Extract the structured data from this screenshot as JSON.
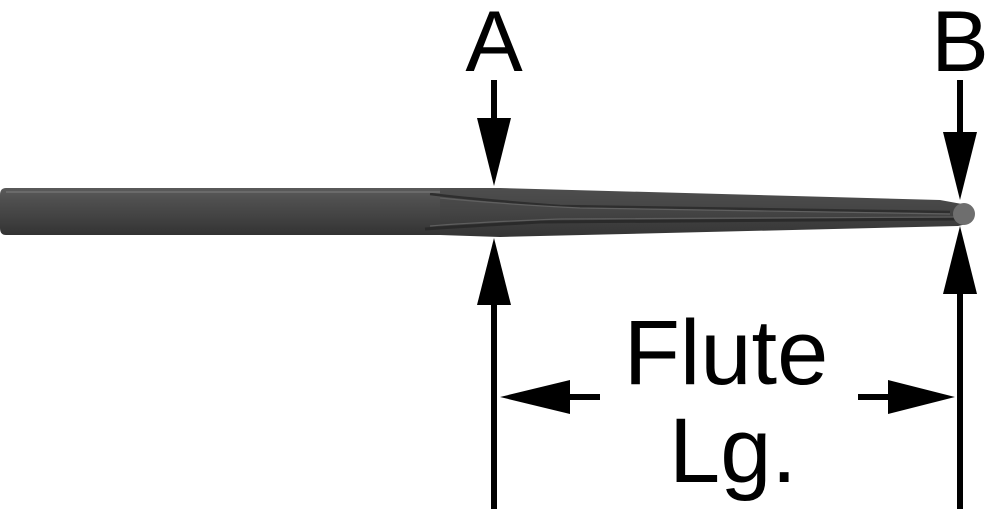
{
  "labels": {
    "point_a": "A",
    "point_b": "B",
    "dimension_line1": "Flute",
    "dimension_line2": "Lg."
  },
  "colors": {
    "ink": "#000000",
    "tool_body": "#4a4a4a",
    "tool_dark": "#3a3a3a",
    "tool_highlight": "#6a6a6a",
    "background": "#ffffff"
  }
}
